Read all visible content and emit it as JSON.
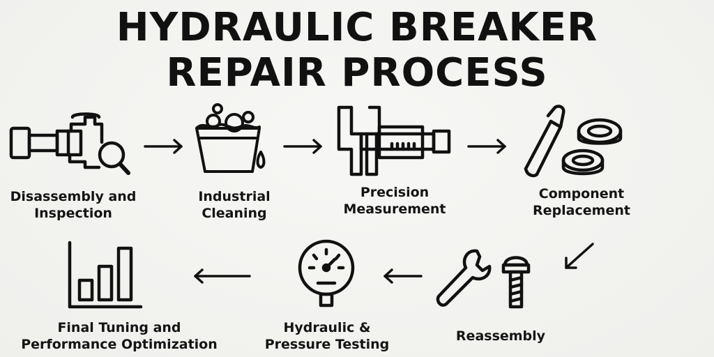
{
  "title": {
    "line1": "HYDRAULIC BREAKER",
    "line2": "REPAIR PROCESS"
  },
  "steps": [
    {
      "icon": "disassembly-inspection-icon",
      "label_line1": "Disassembly and",
      "label_line2": "Inspection"
    },
    {
      "icon": "cleaning-bucket-icon",
      "label_line1": "Industrial",
      "label_line2": "Cleaning"
    },
    {
      "icon": "caliper-icon",
      "label_line1": "Precision",
      "label_line2": "Measurement"
    },
    {
      "icon": "seals-components-icon",
      "label_line1": "Component",
      "label_line2": "Replacement"
    },
    {
      "icon": "wrench-bolt-icon",
      "label_line1": "Reassembly",
      "label_line2": ""
    },
    {
      "icon": "pressure-gauge-icon",
      "label_line1": "Hydraulic &",
      "label_line2": "Pressure Testing"
    },
    {
      "icon": "bar-chart-icon",
      "label_line1": "Final Tuning and",
      "label_line2": "Performance Optimization"
    }
  ],
  "colors": {
    "background": "#f3f3f1",
    "ink": "#111111"
  }
}
